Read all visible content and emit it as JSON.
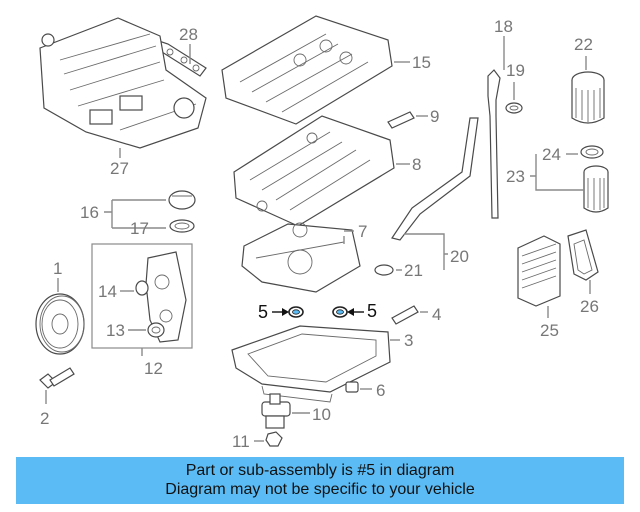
{
  "callouts": {
    "c1": "1",
    "c2": "2",
    "c3": "3",
    "c4": "4",
    "c5a": "5",
    "c5b": "5",
    "c6": "6",
    "c7": "7",
    "c8": "8",
    "c9": "9",
    "c10": "10",
    "c11": "11",
    "c12": "12",
    "c13": "13",
    "c14": "14",
    "c15": "15",
    "c16": "16",
    "c17": "17",
    "c18": "18",
    "c19": "19",
    "c20": "20",
    "c21": "21",
    "c22": "22",
    "c23": "23",
    "c24": "24",
    "c25": "25",
    "c26": "26",
    "c27": "27",
    "c28": "28"
  },
  "banner": {
    "line1": "Part or sub-assembly is #5 in diagram",
    "line2": "Diagram may not be specific to your vehicle",
    "background": "#5bbcf5"
  },
  "highlight_part": "5"
}
